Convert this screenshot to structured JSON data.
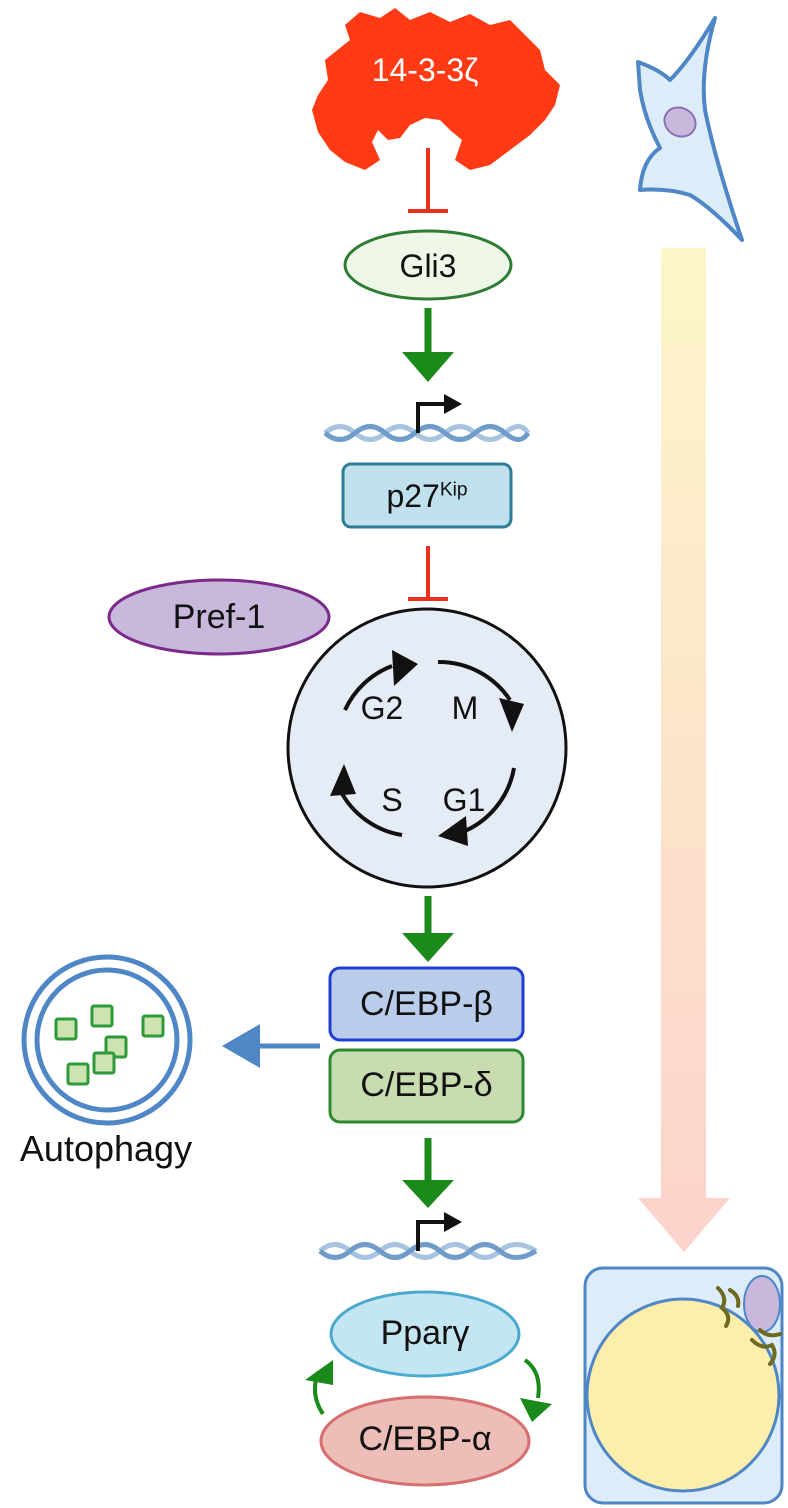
{
  "protein": {
    "label": "14-3-3ζ"
  },
  "nodes": {
    "gli3": "Gli3",
    "p27": {
      "base": "p27",
      "sup": "Kip"
    },
    "pref1": "Pref-1",
    "cebp_beta": "C/EBP-β",
    "cebp_delta": "C/EBP-δ",
    "pparg": "Pparγ",
    "cebp_alpha": "C/EBP-α"
  },
  "cell_cycle": {
    "phases": [
      "G2",
      "M",
      "S",
      "G1"
    ]
  },
  "autophagy": {
    "label": "Autophagy"
  },
  "colors": {
    "inhibit": "#e8321e",
    "activate": "#1a8a1a",
    "protein": "#ff3a14",
    "autophagy_arrow": "#4f86c6"
  }
}
